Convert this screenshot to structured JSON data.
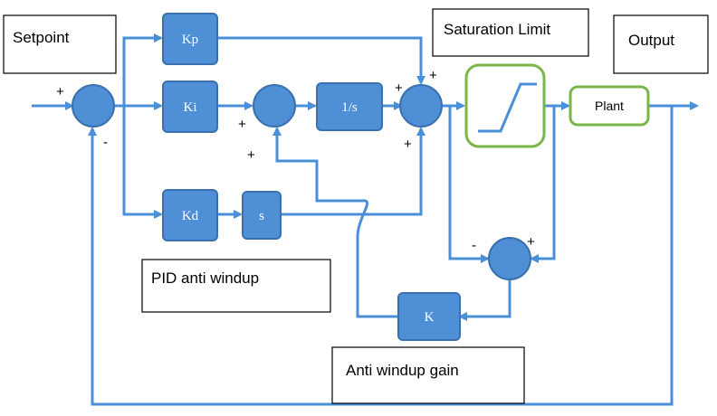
{
  "labels": {
    "setpoint": "Setpoint",
    "saturation_limit": "Saturation Limit",
    "output": "Output",
    "pid_anti_windup": "PID anti windup",
    "anti_windup_gain": "Anti windup gain"
  },
  "blocks": {
    "kp": "Kp",
    "ki": "Ki",
    "kd": "Kd",
    "integrator": "1/s",
    "derivative": "s",
    "plant": "Plant",
    "k": "K"
  },
  "signs": {
    "s1_plus": "+",
    "s1_minus": "-",
    "s2_plus_left": "+",
    "s2_plus_bottom": "+",
    "s3_plus_left": "+",
    "s3_plus_top": "+",
    "s3_plus_bottom": "+",
    "s4_minus": "-",
    "s4_plus": "+"
  },
  "colors": {
    "block_fill": "#4f8fd6",
    "wire": "#4a90d9",
    "highlight_border": "#7ab648"
  }
}
